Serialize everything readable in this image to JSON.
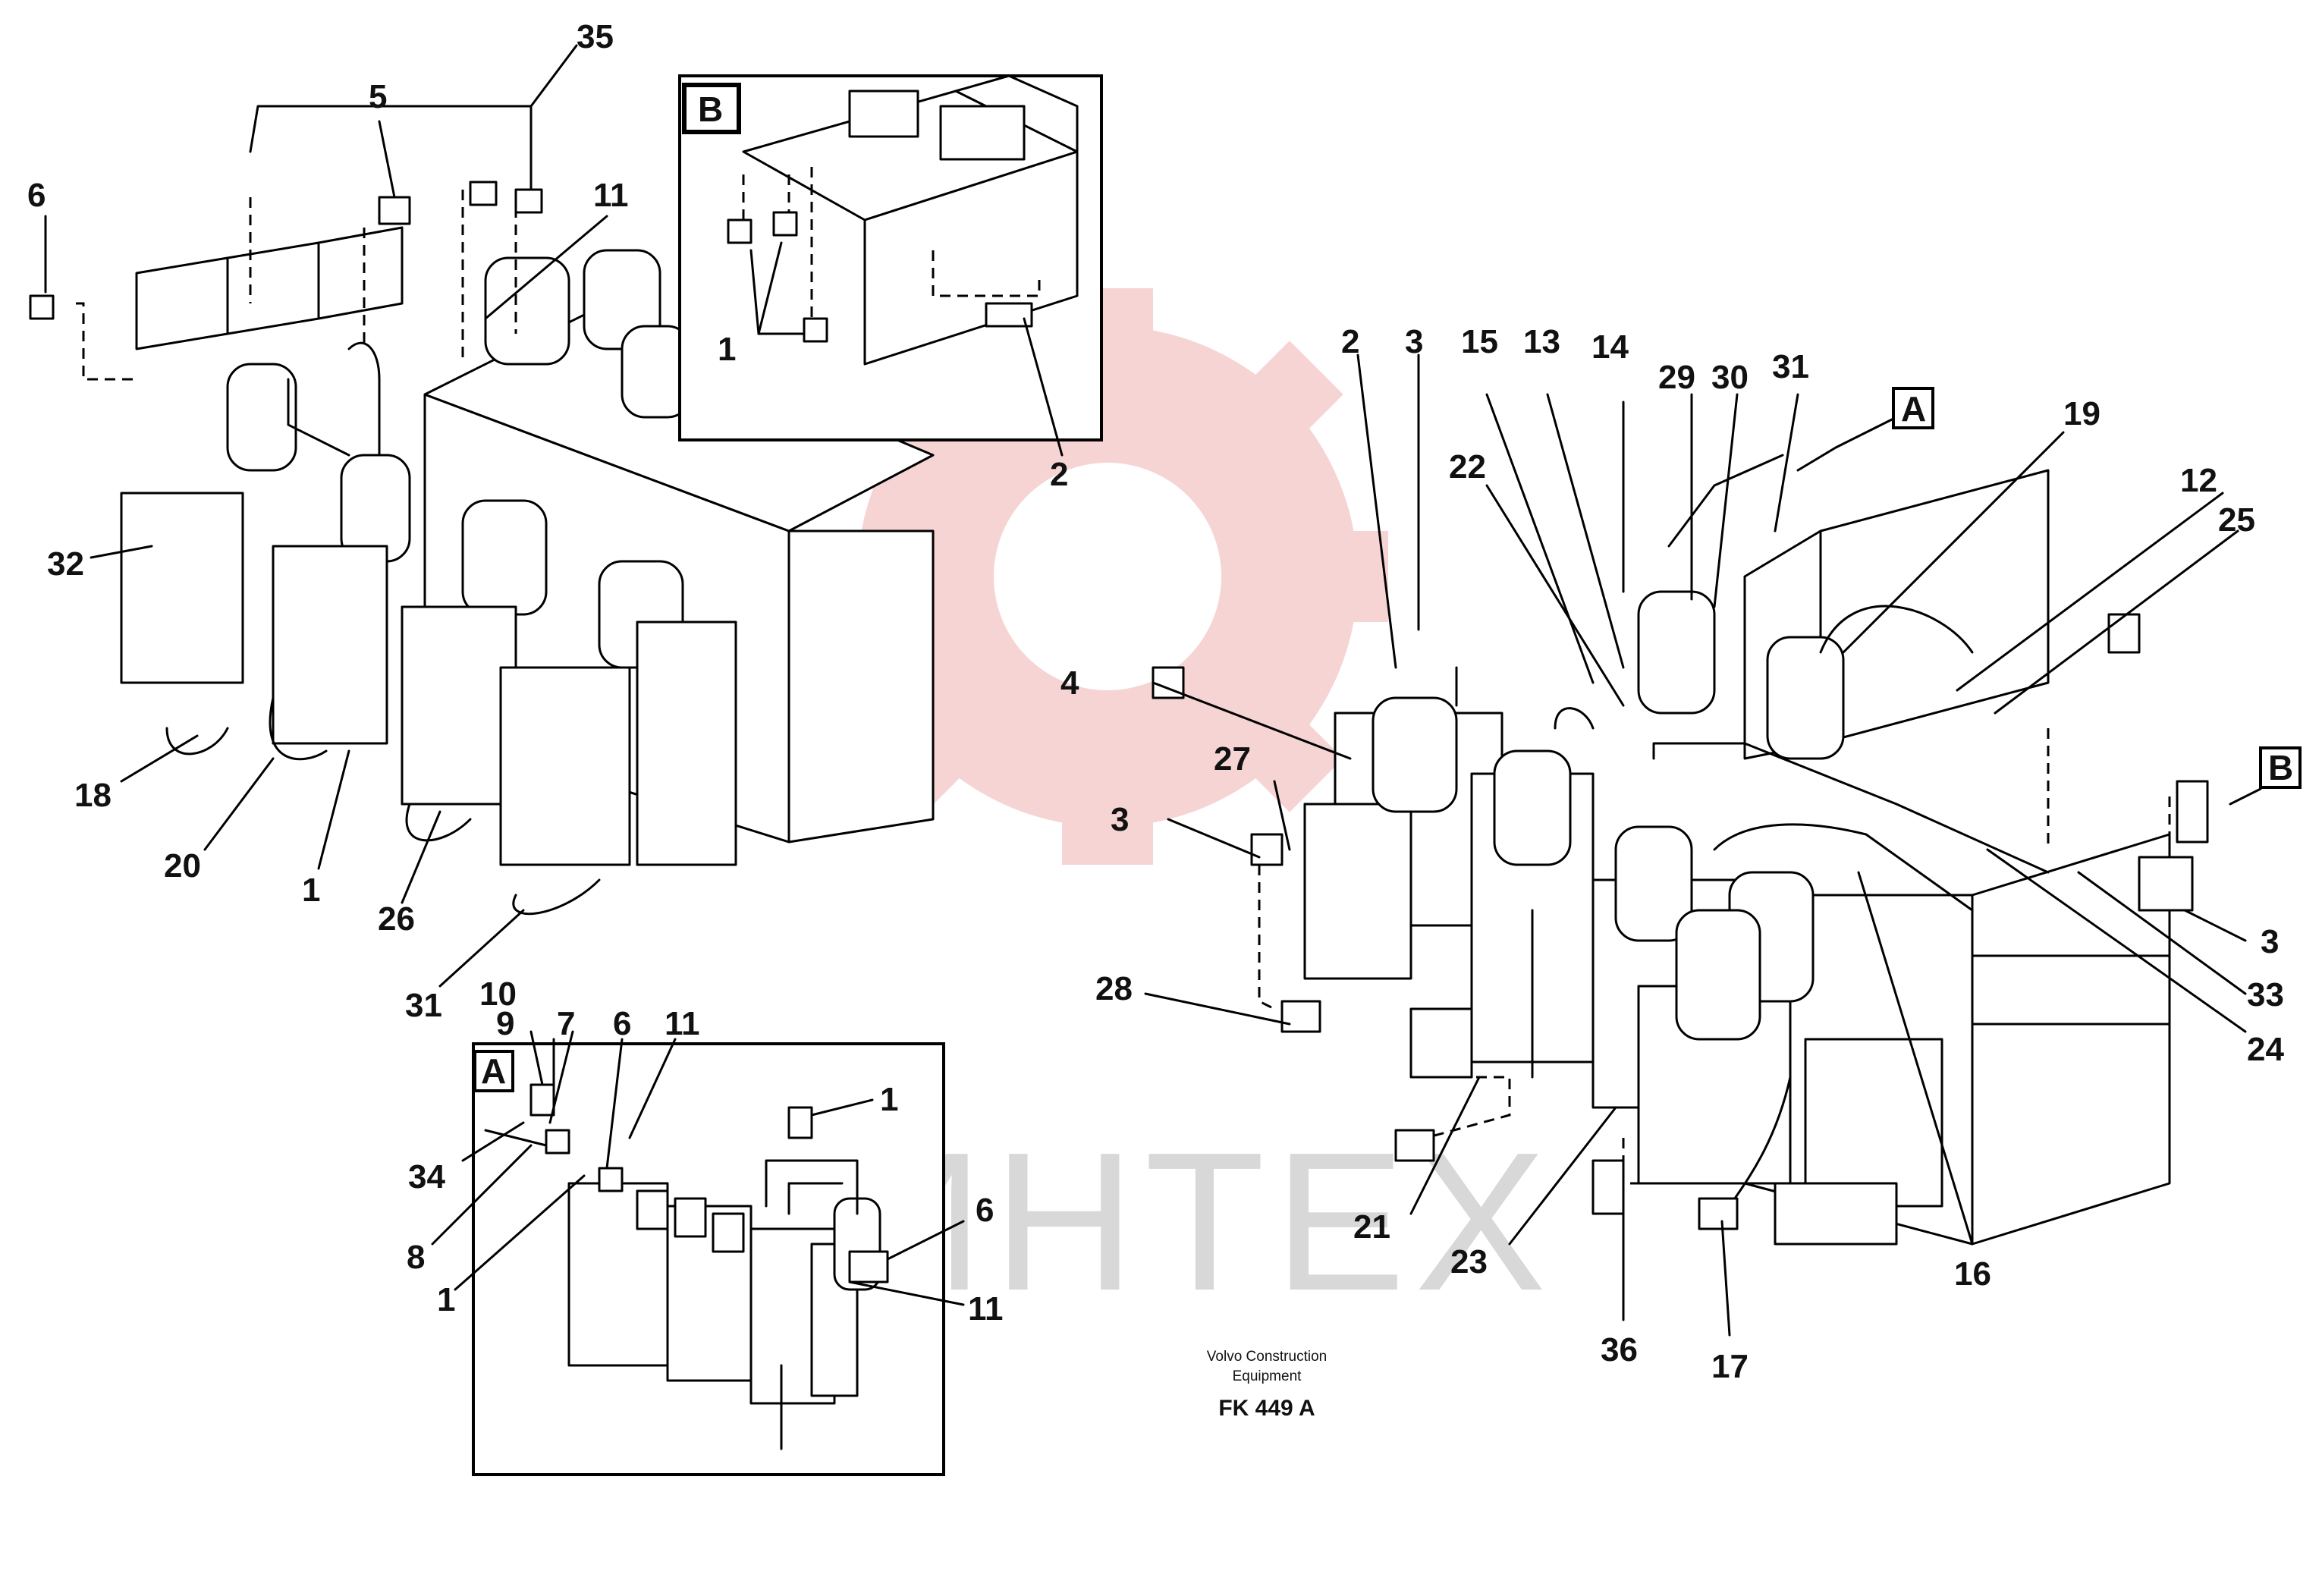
{
  "watermark": {
    "text": "ИНТЕХ",
    "gear_color": "#f4c6c6",
    "text_color": "#d8d8d8"
  },
  "caption": {
    "line1": "Volvo Construction",
    "line2": "Equipment",
    "code": "FK 449 A"
  },
  "detail_views": {
    "B": {
      "label": "B"
    },
    "A": {
      "label": "A"
    }
  },
  "callouts": {
    "left": [
      "35",
      "5",
      "6",
      "11",
      "32",
      "18",
      "20",
      "1",
      "26",
      "31"
    ],
    "detail_b": [
      "1",
      "2"
    ],
    "detail_a": [
      "10",
      "9",
      "7",
      "6",
      "11",
      "1",
      "34",
      "8",
      "1",
      "6",
      "11"
    ],
    "right": [
      "2",
      "3",
      "15",
      "13",
      "14",
      "29",
      "30",
      "31",
      "19",
      "12",
      "25",
      "22",
      "4",
      "27",
      "3",
      "28",
      "21",
      "23",
      "36",
      "17",
      "16",
      "24",
      "33",
      "3",
      "A",
      "B"
    ]
  }
}
